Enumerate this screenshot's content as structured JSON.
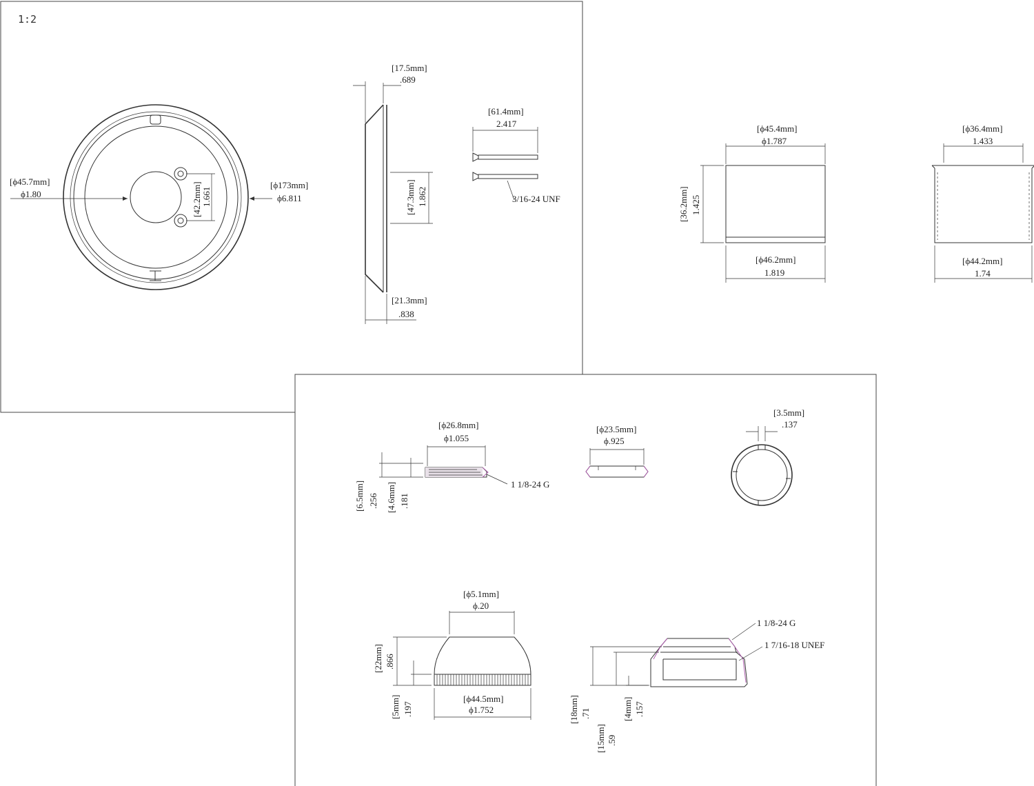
{
  "scale_label": "1:2",
  "plate": {
    "inner_dia_mm": "[ϕ45.7mm]",
    "inner_dia_in": "ϕ1.80",
    "outer_dia_mm": "[ϕ173mm]",
    "outer_dia_in": "ϕ6.811",
    "hole_spacing_mm": "[42.2mm]",
    "hole_spacing_in": "1.661"
  },
  "plate_side": {
    "top_mm": "[17.5mm]",
    "top_in": ".689",
    "mid_mm": "[47.3mm]",
    "mid_in": "1.862",
    "bottom_mm": "[21.3mm]",
    "bottom_in": ".838"
  },
  "screws": {
    "length_mm": "[61.4mm]",
    "length_in": "2.417",
    "thread": "3/16-24 UNF"
  },
  "sleeve": {
    "top_mm": "[ϕ45.4mm]",
    "top_in": "ϕ1.787",
    "height_mm": "[36.2mm]",
    "height_in": "1.425",
    "bottom_mm": "[ϕ46.2mm]",
    "bottom_in": "1.819"
  },
  "sleeve_inner": {
    "top_mm": "[ϕ36.4mm]",
    "top_in": "1.433",
    "bottom_mm": "[ϕ44.2mm]",
    "bottom_in": "1.74"
  },
  "nut": {
    "dia_mm": "[ϕ26.8mm]",
    "dia_in": "ϕ1.055",
    "thread": "1 1/8-24 G",
    "h1_mm": "[6.5mm]",
    "h1_in": ".256",
    "h2_mm": "[4.6mm]",
    "h2_in": ".181"
  },
  "washer": {
    "dia_mm": "[ϕ23.5mm]",
    "dia_in": "ϕ.925"
  },
  "ring": {
    "gap_mm": "[3.5mm]",
    "gap_in": ".137"
  },
  "knob": {
    "top_mm": "[ϕ5.1mm]",
    "top_in": "ϕ.20",
    "height_mm": "[22mm]",
    "height_in": ".866",
    "band_mm": "[5mm]",
    "band_in": ".197",
    "bottom_mm": "[ϕ44.5mm]",
    "bottom_in": "ϕ1.752"
  },
  "adapter": {
    "thread1": "1 1/8-24 G",
    "thread2": "1 7/16-18 UNEF",
    "h1_mm": "[18mm]",
    "h1_in": ".71",
    "h2_mm": "[4mm]",
    "h2_in": ".157",
    "h3_mm": "[15mm]",
    "h3_in": ".59"
  }
}
